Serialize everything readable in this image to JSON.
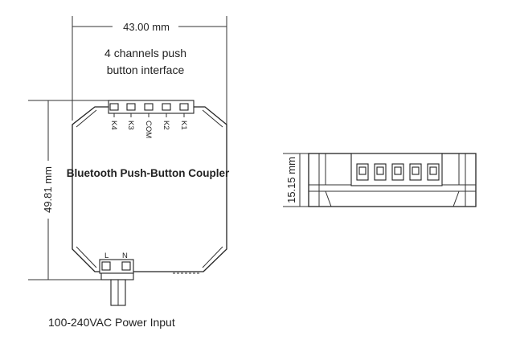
{
  "dimensions": {
    "width": "43.00 mm",
    "height": "49.81 mm",
    "depth": "15.15 mm"
  },
  "labels": {
    "interface_line1": "4 channels push",
    "interface_line2": "button interface",
    "device_name": "Bluetooth Push-Button Coupler",
    "power_input": "100-240VAC Power Input"
  },
  "terminals": [
    "K4",
    "K3",
    "COM",
    "K2",
    "K1"
  ],
  "power_terminals": {
    "live": "L",
    "neutral": "N"
  }
}
